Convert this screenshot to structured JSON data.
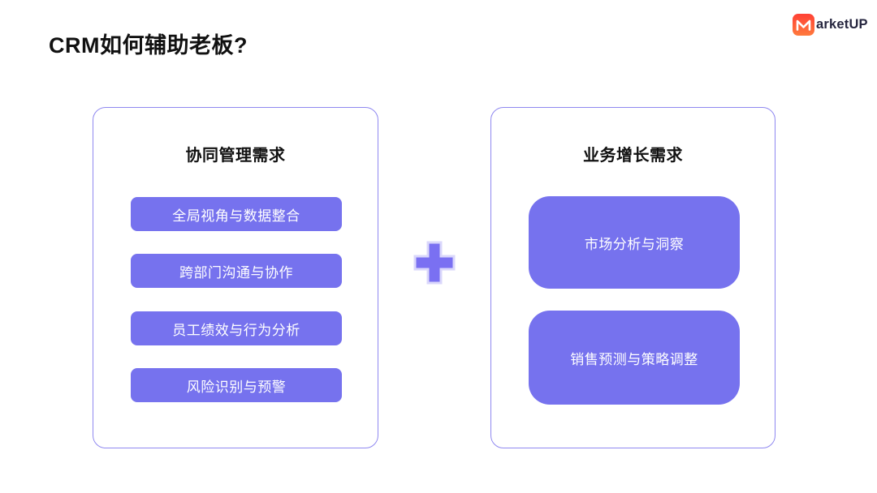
{
  "page": {
    "title": "CRM如何辅助老板?"
  },
  "logo": {
    "text": "arketUP"
  },
  "cards": [
    {
      "title": "协同管理需求",
      "items": [
        "全局视角与数据整合",
        "跨部门沟通与协作",
        "员工绩效与行为分析",
        "风险识别与预警"
      ]
    },
    {
      "title": "业务增长需求",
      "items": [
        "市场分析与洞察",
        "销售预测与策略调整"
      ]
    }
  ],
  "colors": {
    "accent_purple": "#7672EE",
    "plus_purple": "#7A70F2",
    "plus_outline": "#DAD7FB",
    "card_border": "#8F88F0",
    "brand_orange_top": "#FF4135",
    "brand_orange_bottom": "#FF7A3D",
    "logo_text": "#26263F",
    "title_text": "#111111"
  }
}
